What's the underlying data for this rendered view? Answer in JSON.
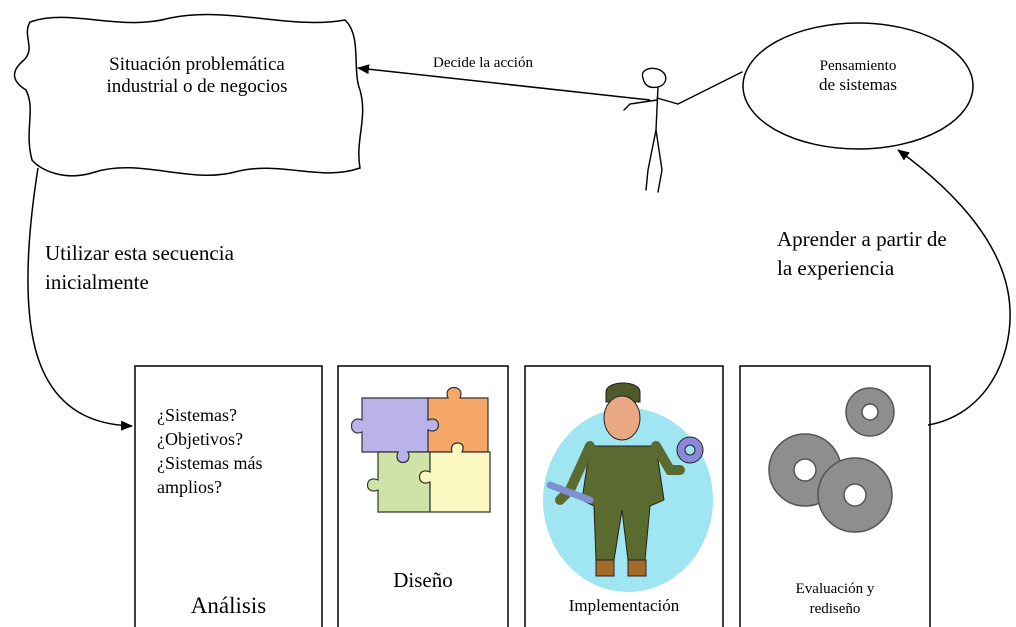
{
  "cloud": {
    "line1": "Situación problemática",
    "line2": "industrial o de negocios"
  },
  "circle": {
    "line1": "Pensamiento",
    "line2": "de sistemas"
  },
  "arrow_decide": "Decide la acción",
  "arrow_use": {
    "line1": "Utilizar esta secuencia",
    "line2": "inicialmente"
  },
  "arrow_learn": {
    "line1": "Aprender a partir de",
    "line2": "la experiencia"
  },
  "analysis": {
    "questions": [
      "¿Sistemas?",
      "¿Objetivos?",
      "¿Sistemas más",
      "amplios?"
    ],
    "label": "Análisis"
  },
  "design": {
    "label": "Diseño"
  },
  "implementation": {
    "label": "Implementación"
  },
  "evaluation": {
    "line1": "Evaluación y",
    "line2": "rediseño"
  }
}
